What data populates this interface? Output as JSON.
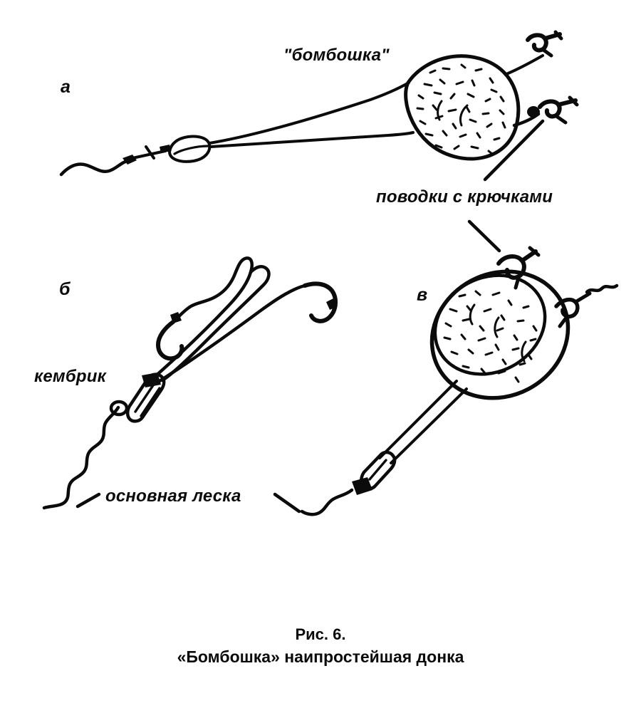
{
  "figure": {
    "caption_number": "Рис. 6.",
    "caption_text": "«Бомбошка» наипростейшая донка",
    "ink_color": "#0b0b0b",
    "background_color": "#ffffff"
  },
  "panels": [
    {
      "id": "a",
      "letter": "а",
      "description": "Оснастка в сборе: основная леска, кембрик, бомбошка и два поводка с крючками"
    },
    {
      "id": "b",
      "letter": "б",
      "description": "Кембрик с двумя поводками и крючками на основной леске"
    },
    {
      "id": "v",
      "letter": "в",
      "description": "Бомбошка с заделанными крючками на леске с кембриком"
    }
  ],
  "labels": {
    "bomboshka": "\"бомбошка\"",
    "povodki": "поводки с крючками",
    "kembrik": "кембрик",
    "osnovnaya_leska": "основная леска"
  },
  "parts": [
    {
      "name": "bait-ball",
      "label": "\"бомбошка\"",
      "count": 2
    },
    {
      "name": "leader-with-hook",
      "label": "поводки с крючками",
      "count": 2
    },
    {
      "name": "cambric-tube",
      "label": "кембрик",
      "count": 3
    },
    {
      "name": "main-line",
      "label": "основная леска",
      "count": 2
    }
  ]
}
